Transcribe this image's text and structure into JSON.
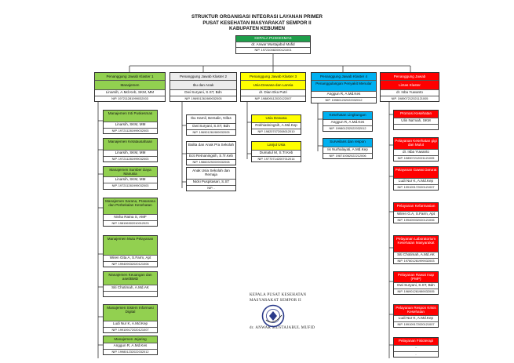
{
  "title": {
    "line1": "STRUKTUR ORGANISASI INTEGRASI LAYANAN PRIMER",
    "line2": "PUSAT KESEHATAN MASYARAKAT SEMPOR II",
    "line3": "KABUPATEN KEBUMEN"
  },
  "kepala": {
    "title": "KEPALA PUSKESMAS",
    "name": "dr. Anwar Mustajabul Mufid",
    "nip": "NIP. 197210082000121001"
  },
  "klaster1": {
    "head1": "Penanggung Jawab Klaster 1",
    "head2": "Manajemen",
    "name": "Linarsih, A.Md.Keb, SKM, MM",
    "nip": "NIP. 197211281999032003"
  },
  "klaster2": {
    "head1": "Penanggung Jawab Klaster 2",
    "head2": "Ibu dan Anak",
    "name": "Dwi Suryani, S.ST, Bdn",
    "nip": "NIP. 196901261989032005"
  },
  "klaster3": {
    "head1": "Penanggung Jawab Klaster 3",
    "head2": "Usia Dewasa dan Lansia",
    "name": "dr. Dian Eka Putri",
    "nip": "NIP. 198809112020122007"
  },
  "klaster4": {
    "head1": "Penanggung Jawab Klaster 4",
    "head2": "Penanggulangan Penyakit Menular",
    "name": "Anggun R, A.Md.Kes",
    "nip": "NIP. 199801232022032012"
  },
  "klaster5": {
    "head1": "Penanggung Jawab",
    "head2": "Lintas Klaster",
    "name": "dr. Isba Yuwanto",
    "nip": "NIP. 198907212021121005"
  },
  "manajemen_units": [
    {
      "head": "Manajemen Inti Puskesmas",
      "name": "Linarsih, SKM, MM",
      "nip": "NIP. 197211281999032003"
    },
    {
      "head": "Manajemen Ketatausahaan",
      "name": "Linarsih, SKM, MM",
      "nip": "NIP. 197211281999032003"
    },
    {
      "head": "Manajemen Sumber Daya Manusia",
      "name": "Linarsih, SKM, MM",
      "nip": "NIP. 197211281999032003"
    },
    {
      "head": "Manajemen Sarana, Prasarana dan Perbekalan Kesehatan",
      "name": "Nisha Ratna S, AMF",
      "nip": "NIP. 198106302010012023"
    },
    {
      "head": "Manajemen Mutu Pelayanan",
      "name": "Wiren Gita A, S.Farm, Apt",
      "nip": "NIP. 199409032020121006"
    },
    {
      "head": "Manajemen Keuangan dan aset/BMD",
      "name": "Siti Chotimah, A.Md.AK",
      "nip": ""
    },
    {
      "head": "Manajemen Sistem Informasi Digital",
      "name": "Ludi Nur K, A.Md.Kep",
      "nip": "NIP. 199109172020121007"
    },
    {
      "head": "Manajemen Jejaring",
      "name": "Anggun R, A.Md.Kes",
      "nip": "NIP. 199801232022032012"
    }
  ],
  "k2_units": [
    {
      "head": "Ibu Hamil, Bersalin, Nifas",
      "name": "Dwi Suryani, S.ST, Bdn",
      "nip": "NIP. 196901261989032005"
    },
    {
      "head": "Balita dan Anak Pra Sekolah",
      "name": "Ecti Retnaningsih, S.Tr.Keb",
      "nip": "NIP. 198603292009032008"
    },
    {
      "head": "Anak Usia Sekolah dan Remaja",
      "name": "Nicki Puspitasari, S.ST",
      "nip": "NIP. -"
    }
  ],
  "k3_units": [
    {
      "head": "Usia Dewasa",
      "name": "Rokhiatiningsih, A.Md.Kep",
      "nip": "NIP. 198207072008012010"
    },
    {
      "head": "Lanjut Usia",
      "name": "Dumatul M, S.Tr.Keb",
      "nip": "NIP. 197707142007012014"
    }
  ],
  "k4_units": [
    {
      "head": "Kesehatan Lingkungan",
      "name": "Anggun R, A.Md.Kes",
      "nip": "NIP. 199801232022032012"
    },
    {
      "head": "Surveilans dan respon",
      "name": "Iis Nurhalayati, A.Md.Kep",
      "nip": "NIP. 198710062022212006"
    }
  ],
  "k5_units": [
    {
      "head": "Promosi Kesehatan",
      "name": "Ulin Na'mah, SKM",
      "nip": ""
    },
    {
      "head": "Pelayanan Kesehatan gigi dan Mulut",
      "name": "dr. Isba Yuwanto",
      "nip": "NIP. 198907212021121005"
    },
    {
      "head": "Pelayanan Gawat Darurat",
      "name": "Ludi Nur K, A.Md.Kep",
      "nip": "NIP. 199109172020121007"
    },
    {
      "head": "Pelayanan Kefarmasian",
      "name": "Wiren G.A, S.Farm, Apt",
      "nip": "NIP. 199409032020121006"
    },
    {
      "head": "Pelayanan Laboratorium Kesehatan Masyarakat",
      "name": "Siti Chotimah, A.Md.AK",
      "nip": "NIP. 197801261999032003"
    },
    {
      "head": "Pelayanan Rawat Inap (PMP)",
      "name": "Dwi Suryani, S.ST, Bdn",
      "nip": "NIP. 196901261989032005"
    },
    {
      "head": "Pelayanan Respon Krisis Kesehatan",
      "name": "Ludi Nur K, A.Md.Kep",
      "nip": "NIP. 199109172020121007"
    },
    {
      "head": "Pelayanan Fisioterapi",
      "name": "-",
      "nip": "-"
    }
  ],
  "signature": {
    "line1": "KEPALA PUSAT KESEHATAN",
    "line2": "MASYARAKAT SEMPOR II",
    "line3": "dr. ANWAR MUSTAJABUL MUFID"
  },
  "colors": {
    "manajemen": "#92d050",
    "kepala": "#1e9e4a",
    "k2": "#ececec",
    "k3": "#ffff00",
    "k4": "#00b0f0",
    "k5": "#ff0000"
  }
}
